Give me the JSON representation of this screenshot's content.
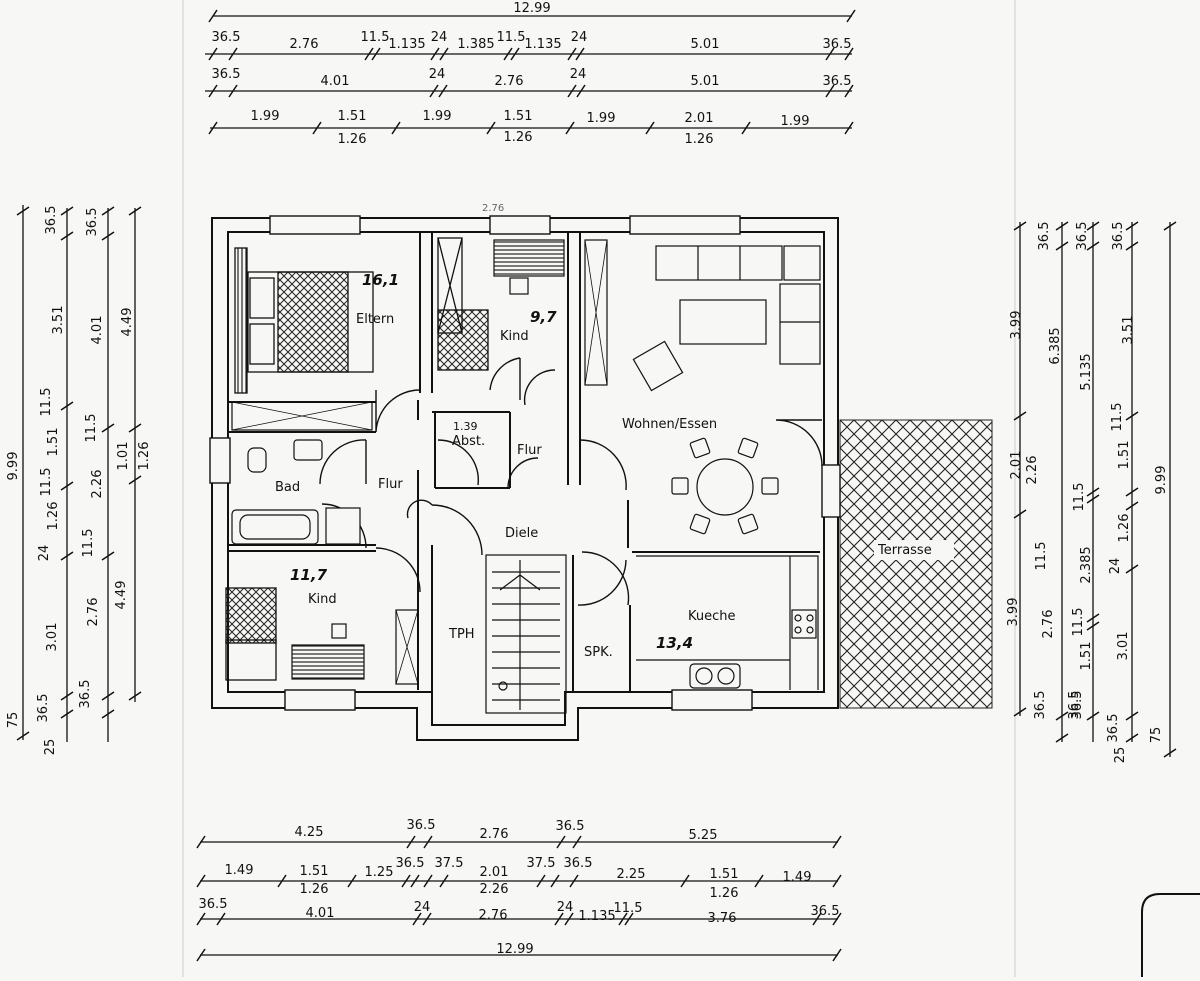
{
  "rooms": {
    "eltern": "Eltern",
    "eltern_area": "16,1",
    "kind_top": "Kind",
    "kind_top_area": "9,7",
    "abst": "Abst.",
    "abst_note": "1.39",
    "flur_right": "Flur",
    "flur_left": "Flur",
    "bad": "Bad",
    "wohnen": "Wohnen/Essen",
    "diele": "Diele",
    "kind_bottom": "Kind",
    "kind_bottom_area": "11,7",
    "tph": "TPH",
    "spk": "SPK.",
    "kueche": "Kueche",
    "kueche_area": "13,4",
    "terrasse": "Terrasse",
    "top_note": "2.76"
  },
  "dims_top": {
    "r0": [
      "12.99"
    ],
    "r1": [
      "36.5",
      "2.76",
      "11.5",
      "1.135",
      "24",
      "1.385",
      "11.5",
      "1.135",
      "24",
      "5.01",
      "36.5"
    ],
    "r2": [
      "36.5",
      "4.01",
      "24",
      "2.76",
      "24",
      "5.01",
      "36.5"
    ],
    "r3_upper": [
      "1.99",
      "1.51",
      "1.99",
      "1.51",
      "1.99",
      "2.01",
      "1.99"
    ],
    "r3_lower": [
      "1.26",
      "1.26",
      "1.26"
    ]
  },
  "dims_bottom": {
    "r1": [
      "4.25",
      "36.5",
      "2.76",
      "36.5",
      "5.25"
    ],
    "r2_upper": [
      "1.49",
      "1.51",
      "1.25",
      "36.5",
      "37.5",
      "2.01",
      "37.5",
      "36.5",
      "2.25",
      "1.51",
      "1.49"
    ],
    "r2_lower": [
      "1.26",
      "2.26",
      "1.26"
    ],
    "r3": [
      "36.5",
      "4.01",
      "24",
      "2.76",
      "24",
      "1.135",
      "11.5",
      "3.76",
      "36.5"
    ],
    "r4": [
      "12.99"
    ]
  },
  "dims_left": {
    "c1": [
      "9.99",
      "75",
      "25"
    ],
    "c2": [
      "36.5",
      "3.51",
      "11.5",
      "1.51",
      "11.5",
      "1.26",
      "24",
      "3.01",
      "36.5"
    ],
    "c3": [
      "36.5",
      "4.01",
      "11.5",
      "2.26",
      "11.5",
      "2.76",
      "36.5"
    ],
    "c4": [
      "4.49",
      "1.01",
      "1.26",
      "4.49"
    ]
  },
  "dims_right": {
    "c1": [
      "36.5",
      "3.99",
      "2.01",
      "3.99",
      "36.5"
    ],
    "c2": [
      "6.385",
      "2.26",
      "11.5",
      "2.76",
      "36.5",
      "25"
    ],
    "c3": [
      "36.5",
      "5.135",
      "11.5",
      "2.385",
      "11.5",
      "1.51",
      "36.5",
      "36.5"
    ],
    "c4": [
      "36.5",
      "3.51",
      "11.5",
      "1.51",
      "1.26",
      "24",
      "3.01",
      "75"
    ],
    "c5": [
      "9.99"
    ]
  }
}
